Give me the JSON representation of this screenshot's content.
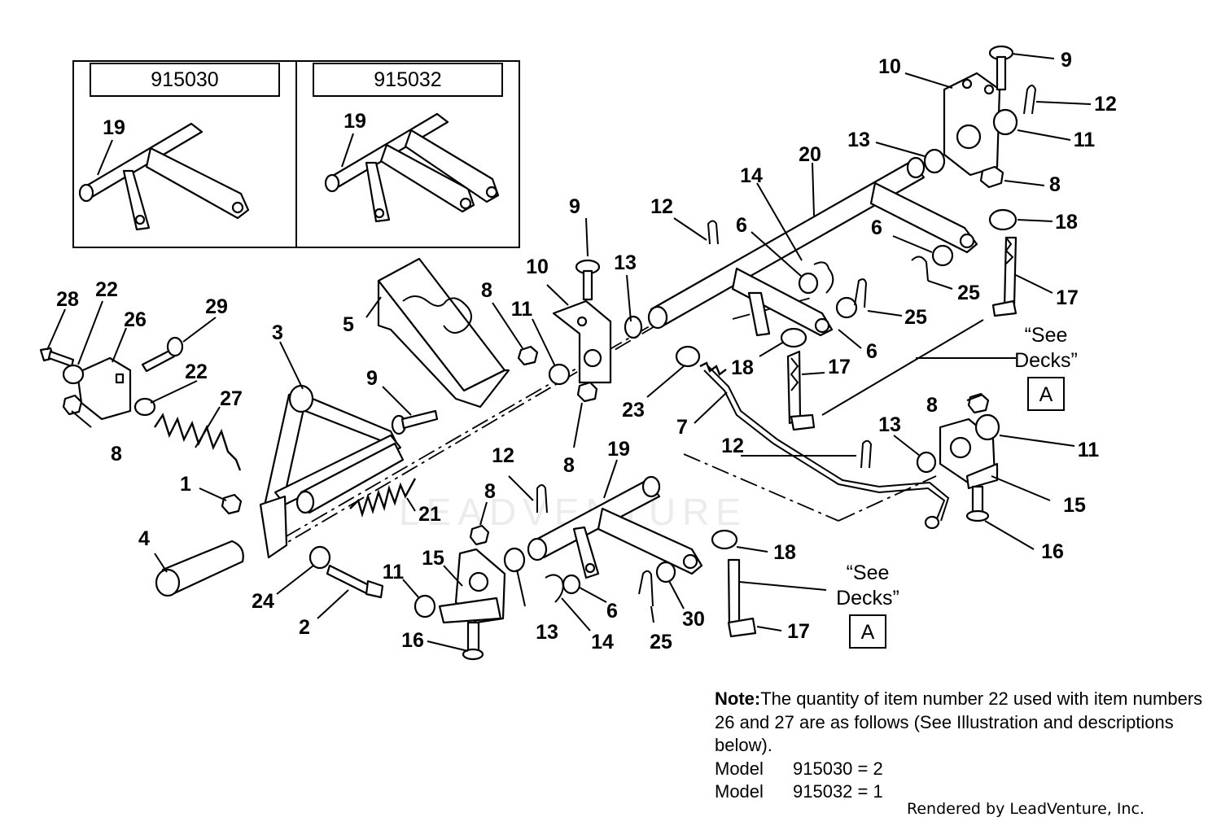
{
  "inset_boxes": [
    {
      "model": "915030",
      "callout": "19"
    },
    {
      "model": "915032",
      "callout": "19"
    }
  ],
  "callouts": {
    "c1": "1",
    "c2": "2",
    "c3": "3",
    "c4": "4",
    "c5": "5",
    "c6a": "6",
    "c6b": "6",
    "c6c": "6",
    "c6d": "6",
    "c7": "7",
    "c8a": "8",
    "c8b": "8",
    "c8c": "8",
    "c8d": "8",
    "c8e": "8",
    "c8f": "8",
    "c9a": "9",
    "c9b": "9",
    "c9c": "9",
    "c10a": "10",
    "c10b": "10",
    "c11a": "11",
    "c11b": "11",
    "c11c": "11",
    "c11d": "11",
    "c12a": "12",
    "c12b": "12",
    "c12c": "12",
    "c12d": "12",
    "c13a": "13",
    "c13b": "13",
    "c13c": "13",
    "c13d": "13",
    "c14a": "14",
    "c14b": "14",
    "c15a": "15",
    "c15b": "15",
    "c16a": "16",
    "c16b": "16",
    "c17a": "17",
    "c17b": "17",
    "c17c": "17",
    "c18a": "18",
    "c18b": "18",
    "c18c": "18",
    "c19": "19",
    "c20": "20",
    "c21": "21",
    "c22a": "22",
    "c22b": "22",
    "c23": "23",
    "c24": "24",
    "c25a": "25",
    "c25b": "25",
    "c25c": "25",
    "c26": "26",
    "c27": "27",
    "c28": "28",
    "c29": "29",
    "c30": "30"
  },
  "see_decks": [
    {
      "line1": "“See",
      "line2": "Decks”",
      "ref": "A"
    },
    {
      "line1": "“See",
      "line2": "Decks”",
      "ref": "A"
    }
  ],
  "watermark": "LEADVENTURE",
  "note": {
    "label": "Note:",
    "text": "The quantity of item number 22 used with item numbers 26 and 27 are as follows (See Illustration and descriptions below).",
    "models": [
      {
        "label": "Model",
        "value": "915030 = 2"
      },
      {
        "label": "Model",
        "value": "915032 = 1"
      }
    ]
  },
  "rendered_by": "Rendered by LeadVenture, Inc."
}
